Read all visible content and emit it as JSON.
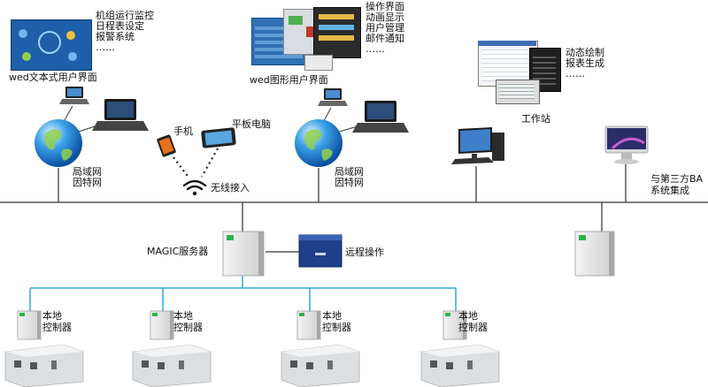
{
  "top_left": {
    "features": [
      "机组运行监控",
      "日程表设定",
      "报警系统",
      "……"
    ],
    "caption": "wed文本式用户界面"
  },
  "top_middle": {
    "features": [
      "操作界面",
      "动画显示",
      "用户管理",
      "邮件通知",
      "……"
    ],
    "caption": "wed图形用户界面"
  },
  "top_right": {
    "features": [
      "动态绘制",
      "报表生成",
      "……"
    ],
    "workstation_label": "工作站"
  },
  "network_left": {
    "label_line1": "局域网",
    "label_line2": "因特网"
  },
  "network_right": {
    "label_line1": "局域网",
    "label_line2": "因特网"
  },
  "mobile_label": "手机",
  "tablet_label": "平板电脑",
  "wireless_label": "无线接入",
  "bas_line1": "与第三方BA",
  "bas_line2": "系统集成",
  "server_label": "MAGIC服务器",
  "remote_label": "远程操作",
  "controllers": [
    {
      "line1": "本地",
      "line2": "控制器"
    },
    {
      "line1": "本地",
      "line2": "控制器"
    },
    {
      "line1": "本地",
      "line2": "控制器"
    },
    {
      "line1": "本地",
      "line2": "控制器"
    }
  ],
  "colors": {
    "bus": "#555555",
    "cyan_bus": "#29a9e0",
    "screen_blue": "#1d5fa8",
    "remote_box": "#1f3f8a"
  }
}
